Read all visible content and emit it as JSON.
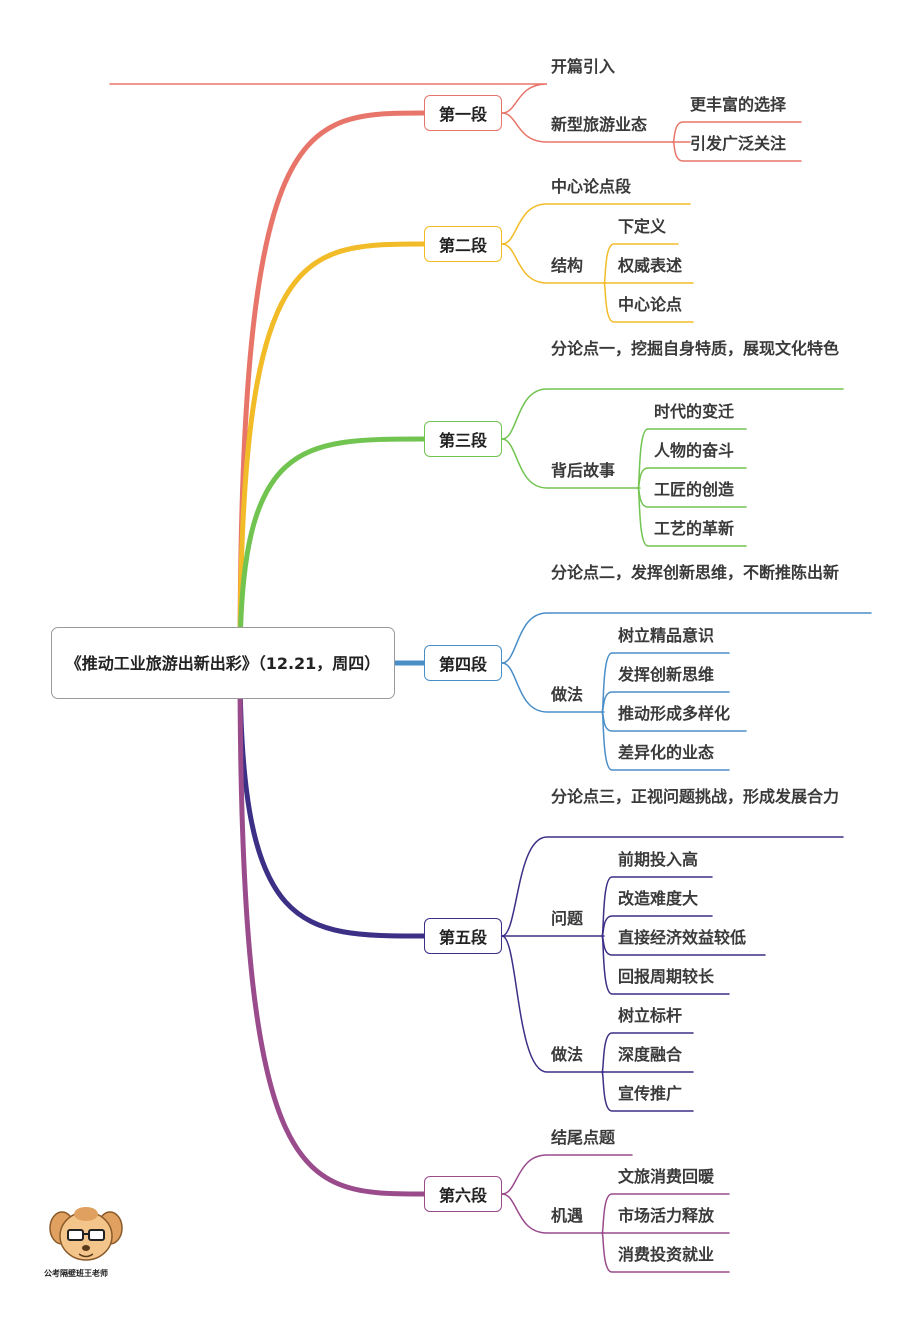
{
  "title": "《推动工业旅游出新出彩》（12.21，周四）",
  "sections": [
    {
      "label": "第一段",
      "color": "#e8756a",
      "items": [
        {
          "text": "开篇引入"
        },
        {
          "text": "新型旅游业态",
          "children": [
            "更丰富的选择",
            "引发广泛关注"
          ]
        }
      ]
    },
    {
      "label": "第二段",
      "color": "#f2bb28",
      "items": [
        {
          "text": "中心论点段"
        },
        {
          "text": "结构",
          "children": [
            "下定义",
            "权威表述",
            "中心论点"
          ]
        }
      ]
    },
    {
      "label": "第三段",
      "color": "#72c451",
      "items": [
        {
          "text": "分论点一，挖掘自身特质，展现文化特色"
        },
        {
          "text": "背后故事",
          "children": [
            "时代的变迁",
            "人物的奋斗",
            "工匠的创造",
            "工艺的革新"
          ]
        }
      ]
    },
    {
      "label": "第四段",
      "color": "#4a8ec8",
      "items": [
        {
          "text": "分论点二，发挥创新思维，不断推陈出新"
        },
        {
          "text": "做法",
          "children": [
            "树立精品意识",
            "发挥创新思维",
            "推动形成多样化",
            "差异化的业态"
          ]
        }
      ]
    },
    {
      "label": "第五段",
      "color": "#3c2f86",
      "items": [
        {
          "text": "分论点三，正视问题挑战，形成发展合力"
        },
        {
          "text": "问题",
          "children": [
            "前期投入高",
            "改造难度大",
            "直接经济效益较低",
            "回报周期较长"
          ]
        },
        {
          "text": "做法",
          "children": [
            "树立标杆",
            "深度融合",
            "宣传推广"
          ]
        }
      ]
    },
    {
      "label": "第六段",
      "color": "#9a4b8c",
      "items": [
        {
          "text": "结尾点题"
        },
        {
          "text": "机遇",
          "children": [
            "文旅消费回暖",
            "市场活力释放",
            "消费投资就业"
          ]
        }
      ]
    }
  ],
  "logo": {
    "caption": "公考隔壁班王老师",
    "icon": "cartoon-dog-with-glasses-icon"
  }
}
